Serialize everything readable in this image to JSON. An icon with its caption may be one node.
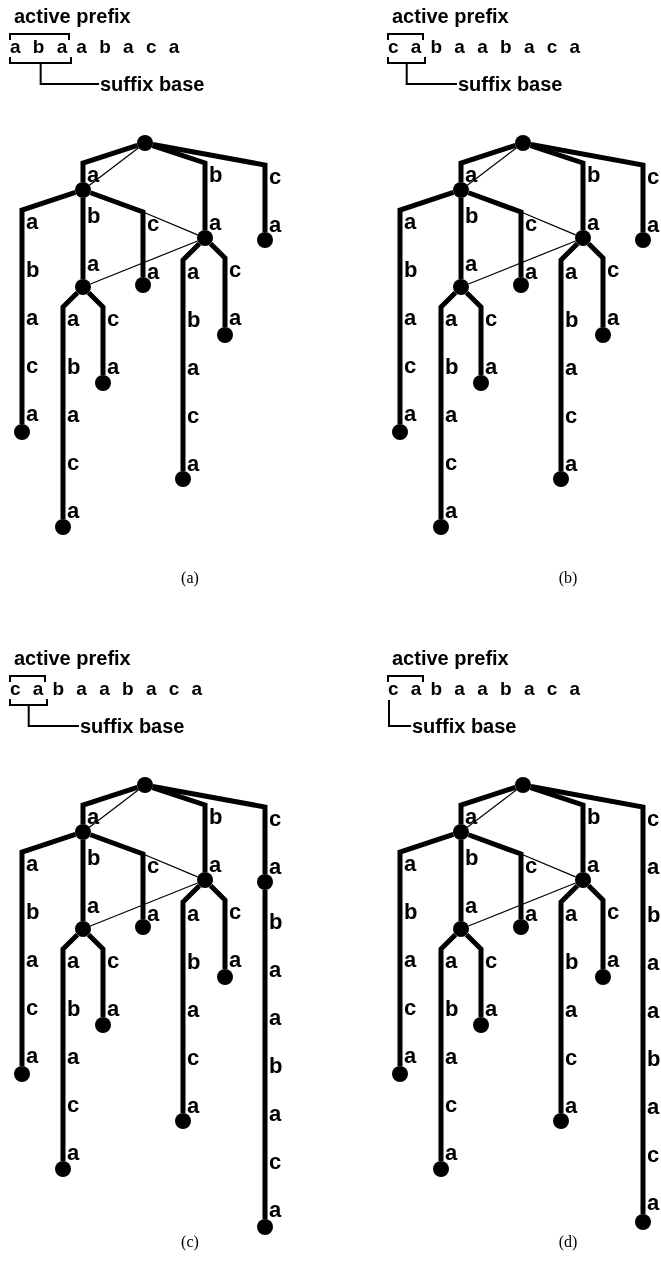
{
  "diagram": {
    "nodes": [
      {
        "text": [
          "active prefix"
        ]
      },
      {
        "text": [
          "suffix base"
        ]
      },
      {
        "text": [],
        "shape": "bar"
      },
      {
        "text": [],
        "shape": "circle"
      },
      {
        "text": [],
        "shape": "circle"
      },
      {
        "text": [],
        "shape": "circle"
      },
      {
        "text": [],
        "shape": "circle"
      },
      {
        "text": [],
        "shape": "circle"
      },
      {
        "text": [],
        "shape": "circle"
      },
      {
        "text": [],
        "shape": "circle"
      },
      {
        "text": [],
        "shape": "circle"
      },
      {
        "text": [],
        "shape": "circle"
      },
      {
        "text": [],
        "shape": "circle"
      },
      {
        "text": [],
        "shape": "circle"
      },
      {
        "text": [
          "active prefix"
        ]
      },
      {
        "text": [
          "suffix base"
        ]
      },
      {
        "text": [],
        "shape": "bar"
      },
      {
        "text": [],
        "shape": "circle"
      },
      {
        "text": [],
        "shape": "circle"
      },
      {
        "text": [],
        "shape": "circle"
      },
      {
        "text": [],
        "shape": "circle"
      },
      {
        "text": [],
        "shape": "circle"
      },
      {
        "text": [],
        "shape": "circle"
      },
      {
        "text": [],
        "shape": "circle"
      },
      {
        "text": [],
        "shape": "circle"
      },
      {
        "text": [],
        "shape": "circle"
      },
      {
        "text": [],
        "shape": "circle"
      },
      {
        "text": [],
        "shape": "circle"
      },
      {
        "text": [
          "active prefix"
        ]
      },
      {
        "text": [
          "suffix base"
        ]
      },
      {
        "text": [],
        "shape": "bar"
      },
      {
        "text": [],
        "shape": "circle"
      },
      {
        "text": [],
        "shape": "circle"
      },
      {
        "text": [],
        "shape": "circle"
      },
      {
        "text": [],
        "shape": "circle"
      },
      {
        "text": [],
        "shape": "circle"
      },
      {
        "text": [],
        "shape": "circle"
      },
      {
        "text": [],
        "shape": "circle"
      },
      {
        "text": [],
        "shape": "circle"
      },
      {
        "text": [],
        "shape": "circle"
      },
      {
        "text": [],
        "shape": "circle"
      },
      {
        "text": [],
        "shape": "circle"
      },
      {
        "text": [],
        "shape": "circle"
      },
      {
        "text": [
          "active prefix"
        ]
      },
      {
        "text": [
          "suffix base"
        ]
      },
      {
        "text": [],
        "shape": "circle"
      },
      {
        "text": [],
        "shape": "circle"
      },
      {
        "text": [],
        "shape": "circle"
      },
      {
        "text": [],
        "shape": "circle"
      },
      {
        "text": [],
        "shape": "circle"
      },
      {
        "text": [],
        "shape": "circle"
      },
      {
        "text": [],
        "shape": "circle"
      },
      {
        "text": [],
        "shape": "circle"
      },
      {
        "text": [],
        "shape": "circle"
      },
      {
        "text": [],
        "shape": "circle"
      },
      {
        "text": [],
        "shape": "circle"
      },
      {
        "text": [
          "c a"
        ]
      }
    ],
    "edges": [
      {
        "from": 1,
        "to": 2,
        "arrow": "none"
      },
      {
        "from": 3,
        "to": 4,
        "arrow": "none",
        "label": "a"
      },
      {
        "from": 3,
        "to": 5,
        "arrow": "none",
        "label": "b a"
      },
      {
        "from": 3,
        "to": 6,
        "arrow": "none",
        "label": "c a"
      },
      {
        "from": 4,
        "to": 11,
        "arrow": "none",
        "label": "a b a c a"
      },
      {
        "from": 4,
        "to": 7,
        "arrow": "none",
        "label": "b a"
      },
      {
        "from": 4,
        "to": 8,
        "arrow": "none",
        "label": "c a"
      },
      {
        "from": 7,
        "to": 13,
        "arrow": "none",
        "label": "a b a c a"
      },
      {
        "from": 7,
        "to": 10,
        "arrow": "none",
        "label": "c a"
      },
      {
        "from": 5,
        "to": 12,
        "arrow": "none",
        "label": "a b a c a"
      },
      {
        "from": 5,
        "to": 9,
        "arrow": "none",
        "label": "c a"
      },
      {
        "from": 4,
        "to": 3,
        "arrow": "none"
      },
      {
        "from": 7,
        "to": 5,
        "arrow": "none"
      },
      {
        "from": null,
        "to": 5,
        "arrow": "none"
      },
      {
        "from": 15,
        "to": 16,
        "arrow": "none"
      },
      {
        "from": 17,
        "to": 18,
        "arrow": "none",
        "label": "a"
      },
      {
        "from": 17,
        "to": 19,
        "arrow": "none",
        "label": "b a"
      },
      {
        "from": 17,
        "to": 20,
        "arrow": "none",
        "label": "c a"
      },
      {
        "from": 18,
        "to": 25,
        "arrow": "none",
        "label": "a b a c a"
      },
      {
        "from": 18,
        "to": 21,
        "arrow": "none",
        "label": "b a"
      },
      {
        "from": 18,
        "to": 22,
        "arrow": "none",
        "label": "c a"
      },
      {
        "from": 21,
        "to": 27,
        "arrow": "none",
        "label": "a b a c a"
      },
      {
        "from": 21,
        "to": 24,
        "arrow": "none",
        "label": "c a"
      },
      {
        "from": 19,
        "to": 26,
        "arrow": "none",
        "label": "a b a c a"
      },
      {
        "from": 19,
        "to": 23,
        "arrow": "none",
        "label": "c a"
      },
      {
        "from": 18,
        "to": 17,
        "arrow": "none"
      },
      {
        "from": 21,
        "to": 19,
        "arrow": "none"
      },
      {
        "from": null,
        "to": 19,
        "arrow": "none"
      },
      {
        "from": 29,
        "to": 30,
        "arrow": "none"
      },
      {
        "from": 31,
        "to": 32,
        "arrow": "none",
        "label": "a"
      },
      {
        "from": 31,
        "to": 33,
        "arrow": "none",
        "label": "b a"
      },
      {
        "from": 31,
        "to": 34,
        "arrow": "none",
        "label": "c a"
      },
      {
        "from": 32,
        "to": 39,
        "arrow": "none",
        "label": "a b a c a"
      },
      {
        "from": 32,
        "to": 35,
        "arrow": "none",
        "label": "b a"
      },
      {
        "from": 32,
        "to": 36,
        "arrow": "none",
        "label": "c a"
      },
      {
        "from": 35,
        "to": 41,
        "arrow": "none",
        "label": "a b a c a"
      },
      {
        "from": 35,
        "to": 38,
        "arrow": "none",
        "label": "c a"
      },
      {
        "from": 33,
        "to": 40,
        "arrow": "none",
        "label": "a b a c a"
      },
      {
        "from": 33,
        "to": 37,
        "arrow": "none",
        "label": "c a"
      },
      {
        "from": 34,
        "to": 42,
        "arrow": "none",
        "label": "b a a b a c a"
      },
      {
        "from": 32,
        "to": 31,
        "arrow": "none"
      },
      {
        "from": 35,
        "to": 33,
        "arrow": "none"
      },
      {
        "from": null,
        "to": 33,
        "arrow": "none"
      },
      {
        "from": 44,
        "to": 56,
        "arrow": "none"
      },
      {
        "from": 45,
        "to": 46,
        "arrow": "none",
        "label": "a"
      },
      {
        "from": 45,
        "to": 47,
        "arrow": "none",
        "label": "b a"
      },
      {
        "from": 45,
        "to": 48,
        "arrow": "none",
        "label": "c a b a a b a c a"
      },
      {
        "from": 46,
        "to": 53,
        "arrow": "none",
        "label": "a b a c a"
      },
      {
        "from": 46,
        "to": 49,
        "arrow": "none",
        "label": "b a"
      },
      {
        "from": 46,
        "to": 50,
        "arrow": "none",
        "label": "c a"
      },
      {
        "from": 49,
        "to": 55,
        "arrow": "none",
        "label": "a b a c a"
      },
      {
        "from": 49,
        "to": 52,
        "arrow": "none",
        "label": "c a"
      },
      {
        "from": 47,
        "to": 54,
        "arrow": "none",
        "label": "a b a c a"
      },
      {
        "from": 47,
        "to": 51,
        "arrow": "none",
        "label": "c a"
      },
      {
        "from": 46,
        "to": 45,
        "arrow": "none"
      },
      {
        "from": 49,
        "to": 47,
        "arrow": "none"
      },
      {
        "from": null,
        "to": 47,
        "arrow": "none"
      }
    ],
    "labels": [
      "a b a",
      "a b a c a",
      "c a",
      "b a a b a c a",
      "(a)",
      "(b)",
      "c a",
      "b a a b a c a",
      "b a a b a c a",
      "(c)",
      "(d)"
    ]
  }
}
